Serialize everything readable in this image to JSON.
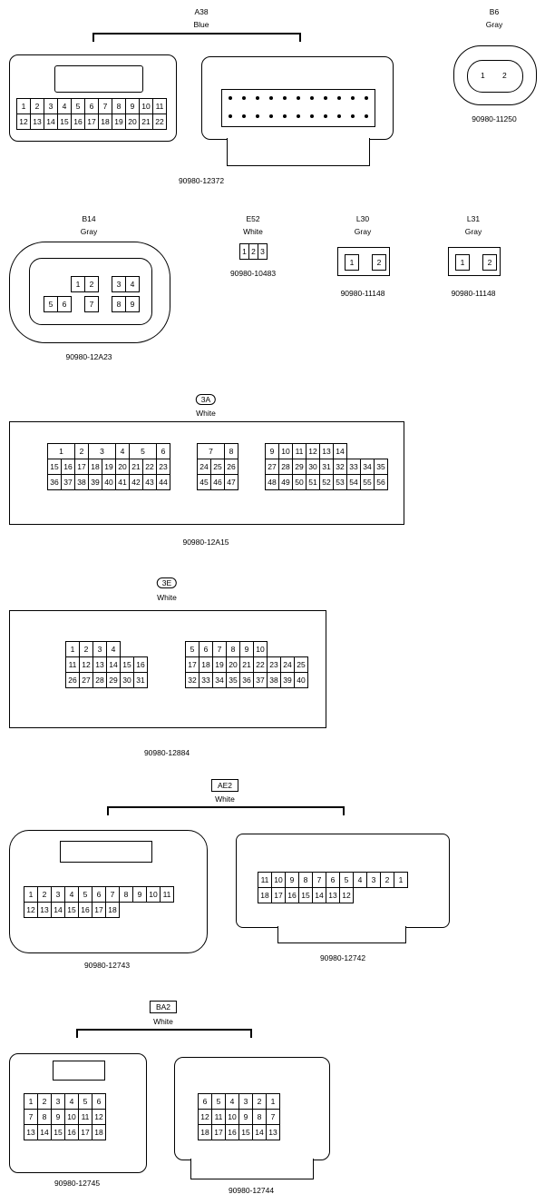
{
  "connectors": {
    "a38": {
      "code": "A38",
      "color": "Blue",
      "part": "90980-12372",
      "row1": [
        "1",
        "2",
        "3",
        "4",
        "5",
        "6",
        "7",
        "8",
        "9",
        "10",
        "11"
      ],
      "row2": [
        "12",
        "13",
        "14",
        "15",
        "16",
        "17",
        "18",
        "19",
        "20",
        "21",
        "22"
      ]
    },
    "b6": {
      "code": "B6",
      "color": "Gray",
      "part": "90980-11250",
      "pins": [
        "1",
        "2"
      ]
    },
    "b14": {
      "code": "B14",
      "color": "Gray",
      "part": "90980-12A23",
      "pins": [
        "1",
        "2",
        "3",
        "4",
        "5",
        "6",
        "7",
        "8",
        "9"
      ]
    },
    "e52": {
      "code": "E52",
      "color": "White",
      "part": "90980-10483",
      "pins": [
        "1",
        "2",
        "3"
      ]
    },
    "l30": {
      "code": "L30",
      "color": "Gray",
      "part": "90980-11148",
      "pins": [
        "1",
        "2"
      ]
    },
    "l31": {
      "code": "L31",
      "color": "Gray",
      "part": "90980-11148",
      "pins": [
        "1",
        "2"
      ]
    },
    "c3a": {
      "code": "3A",
      "color": "White",
      "part": "90980-12A15",
      "top": [
        "1",
        "2",
        "3",
        "4",
        "5",
        "6",
        "7",
        "8",
        "9",
        "10",
        "11",
        "12",
        "13",
        "14"
      ],
      "r2a": [
        "15",
        "16",
        "17",
        "18",
        "19",
        "20",
        "21",
        "22",
        "23"
      ],
      "r2b": [
        "24",
        "25",
        "26"
      ],
      "r2c": [
        "27",
        "28",
        "29",
        "30",
        "31",
        "32",
        "33",
        "34",
        "35"
      ],
      "r3a": [
        "36",
        "37",
        "38",
        "39",
        "40",
        "41",
        "42",
        "43",
        "44"
      ],
      "r3b": [
        "45",
        "46",
        "47"
      ],
      "r3c": [
        "48",
        "49",
        "50",
        "51",
        "52",
        "53",
        "54",
        "55",
        "56"
      ]
    },
    "c3e": {
      "code": "3E",
      "color": "White",
      "part": "90980-12884",
      "topl": [
        "1",
        "2",
        "3",
        "4"
      ],
      "topr": [
        "5",
        "6",
        "7",
        "8",
        "9",
        "10"
      ],
      "r2l": [
        "11",
        "12",
        "13",
        "14",
        "15",
        "16"
      ],
      "r2r": [
        "17",
        "18",
        "19",
        "20",
        "21",
        "22",
        "23",
        "24",
        "25"
      ],
      "r3l": [
        "26",
        "27",
        "28",
        "29",
        "30",
        "31"
      ],
      "r3r": [
        "32",
        "33",
        "34",
        "35",
        "36",
        "37",
        "38",
        "39",
        "40"
      ]
    },
    "ae2": {
      "code": "AE2",
      "color": "White",
      "partl": "90980-12743",
      "partr": "90980-12742",
      "l1": [
        "1",
        "2",
        "3",
        "4",
        "5",
        "6",
        "7",
        "8",
        "9",
        "10",
        "11"
      ],
      "l2": [
        "12",
        "13",
        "14",
        "15",
        "16",
        "17",
        "18"
      ],
      "r1": [
        "11",
        "10",
        "9",
        "8",
        "7",
        "6",
        "5",
        "4",
        "3",
        "2",
        "1"
      ],
      "r2": [
        "18",
        "17",
        "16",
        "15",
        "14",
        "13",
        "12"
      ]
    },
    "ba2": {
      "code": "BA2",
      "color": "White",
      "partl": "90980-12745",
      "partr": "90980-12744",
      "l1": [
        "1",
        "2",
        "3",
        "4",
        "5",
        "6"
      ],
      "l2": [
        "7",
        "8",
        "9",
        "10",
        "11",
        "12"
      ],
      "l3": [
        "13",
        "14",
        "15",
        "16",
        "17",
        "18"
      ],
      "r1": [
        "6",
        "5",
        "4",
        "3",
        "2",
        "1"
      ],
      "r2": [
        "12",
        "11",
        "10",
        "9",
        "8",
        "7"
      ],
      "r3": [
        "18",
        "17",
        "16",
        "15",
        "14",
        "13"
      ]
    }
  }
}
